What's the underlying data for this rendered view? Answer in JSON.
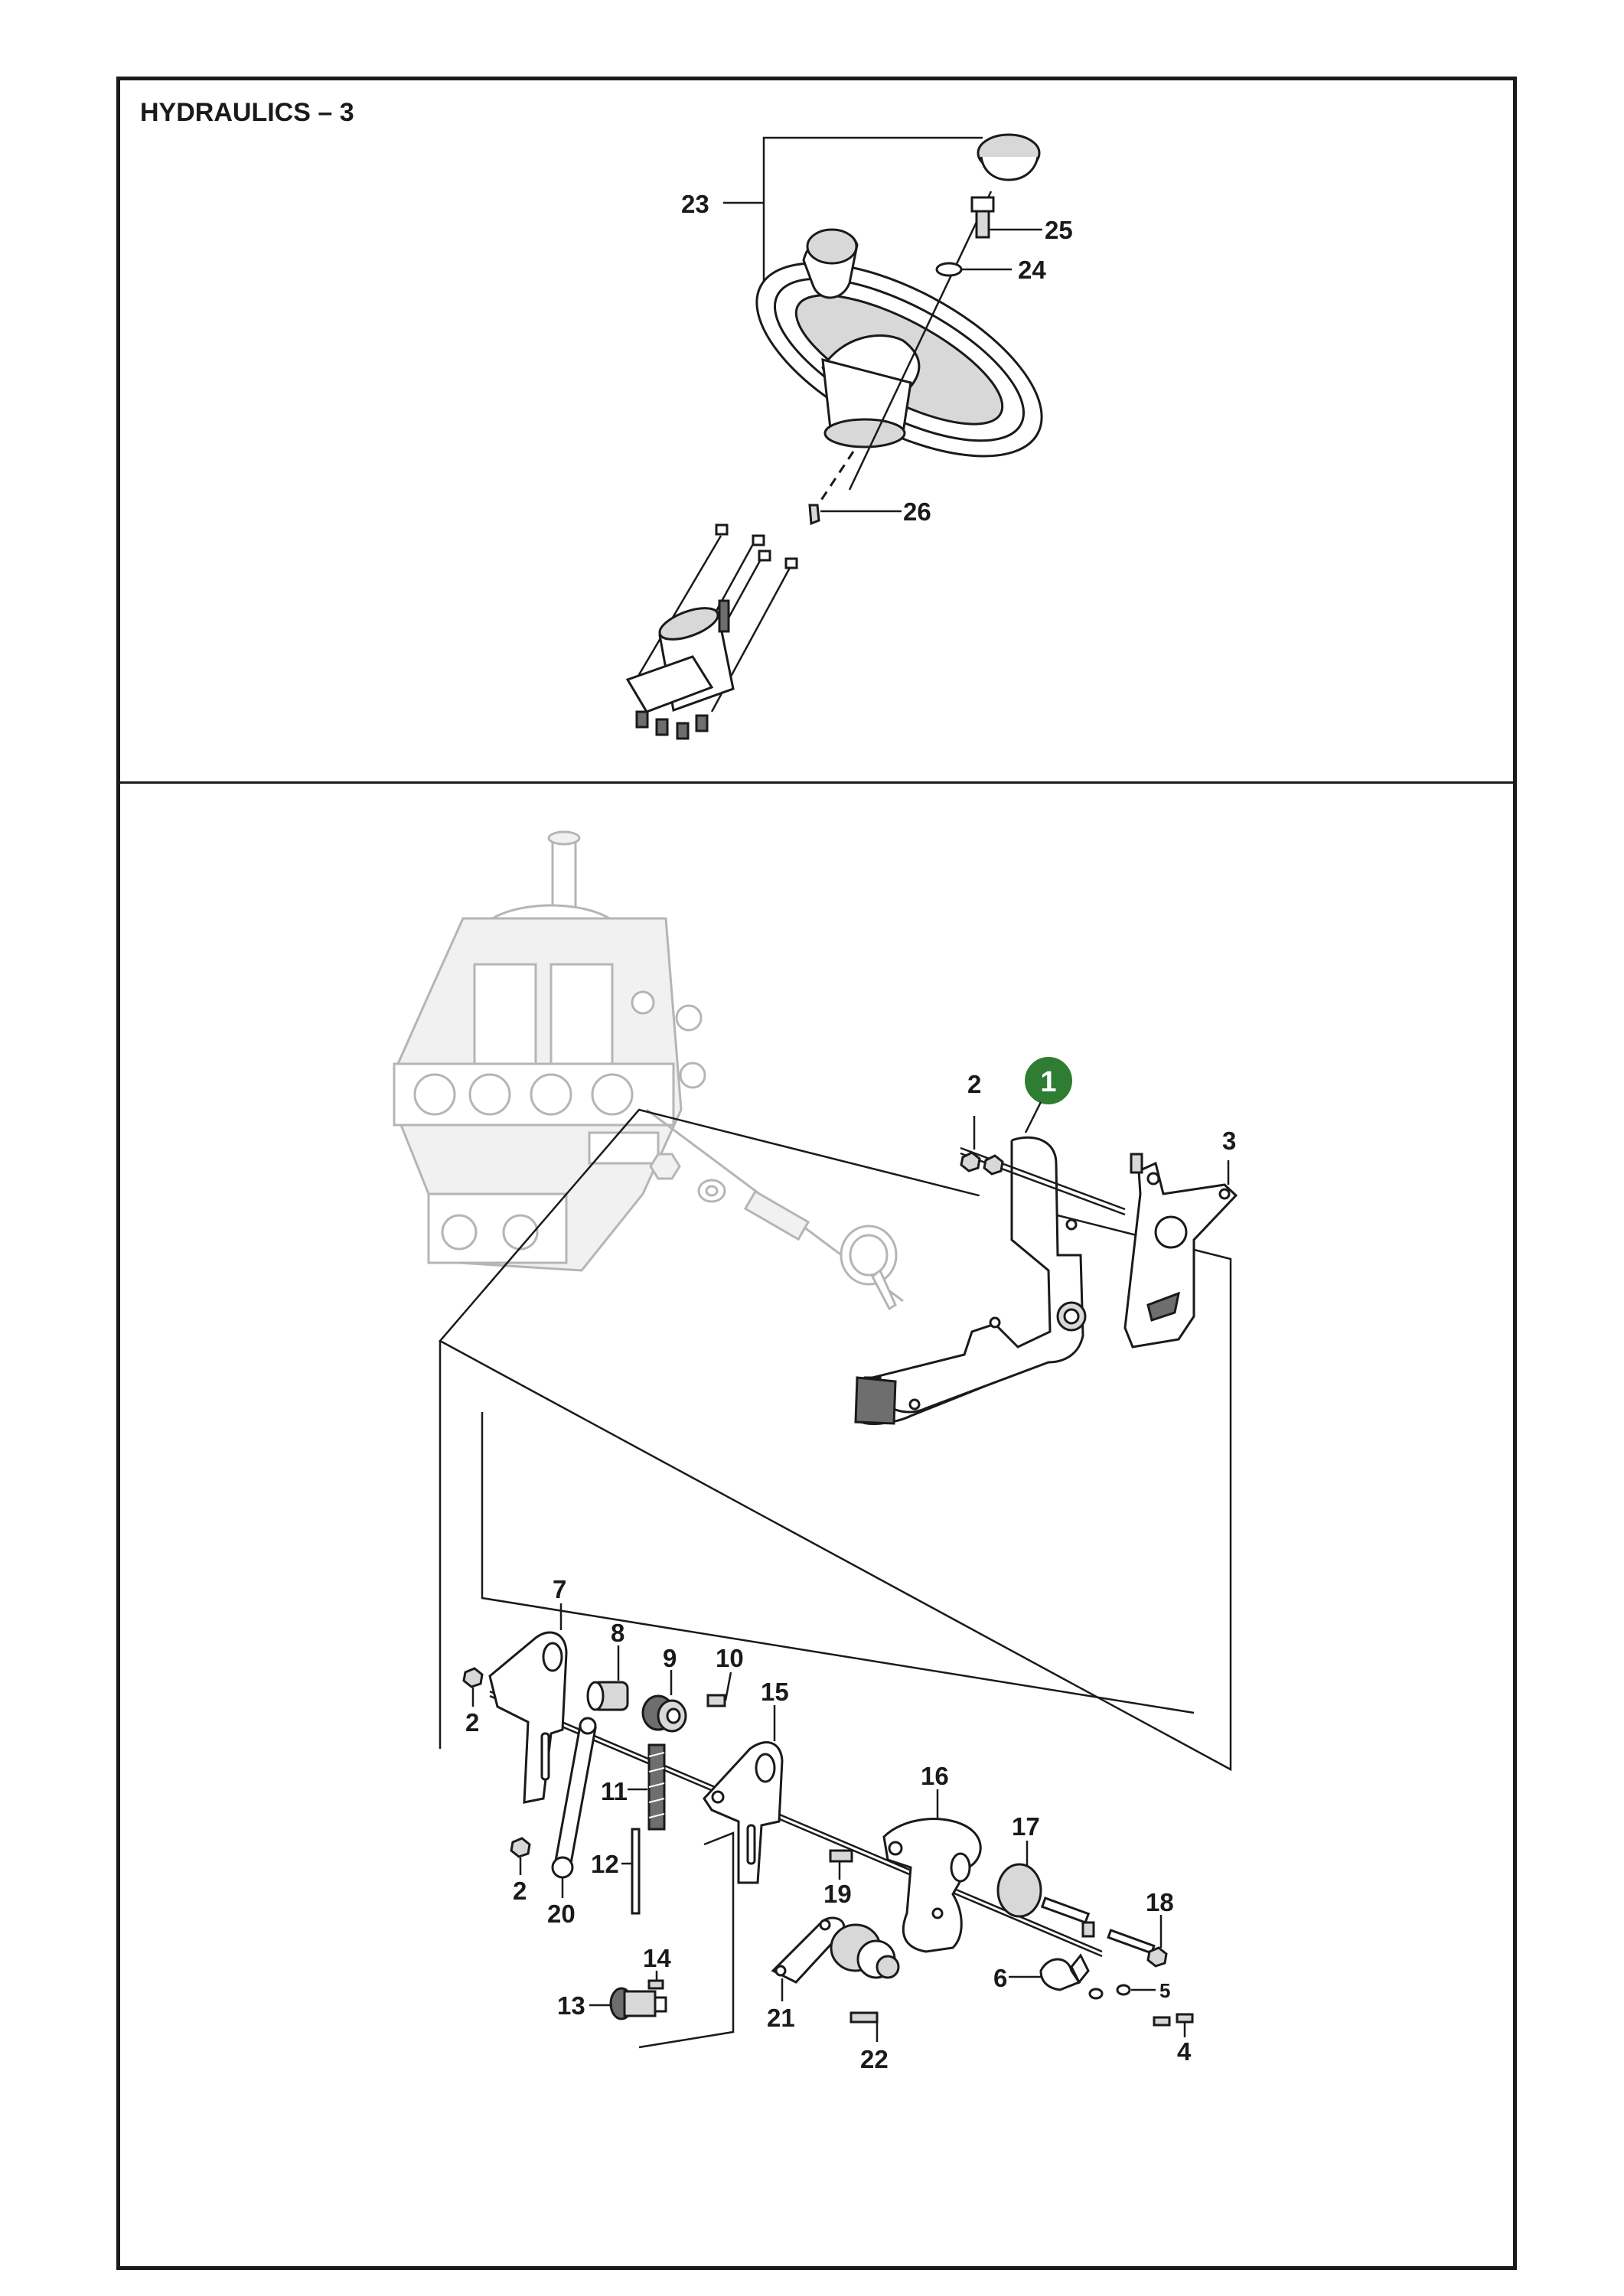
{
  "page": {
    "title": "HYDRAULICS – 3"
  },
  "colors": {
    "frame": "#1a1a1a",
    "highlight": "#2e7d32",
    "ghost_part": "#b5b5b5"
  },
  "highlight_callout": {
    "number": "1",
    "color": "#2e7d32"
  },
  "callouts": {
    "c2a": "2",
    "c2b": "2",
    "c2c": "2",
    "c3": "3",
    "c4": "4",
    "c5": "5",
    "c6": "6",
    "c7": "7",
    "c8": "8",
    "c9": "9",
    "c10": "10",
    "c11": "11",
    "c12": "12",
    "c13": "13",
    "c14": "14",
    "c15": "15",
    "c16": "16",
    "c17": "17",
    "c18": "18",
    "c19": "19",
    "c20": "20",
    "c21": "21",
    "c22": "22",
    "c23": "23",
    "c24": "24",
    "c25": "25",
    "c26": "26"
  }
}
